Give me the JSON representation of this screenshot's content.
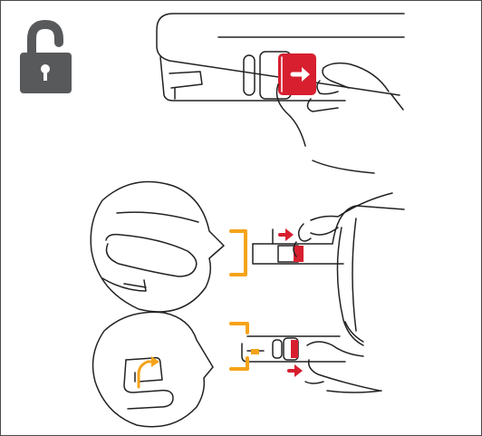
{
  "page": {
    "panels": [
      "unlock-step",
      "release-latch-step",
      "catch-detail-step"
    ]
  },
  "icons": {
    "unlock": "unlock-padlock-icon",
    "push": "right-arrow-icon",
    "press": "press-arrow-icon",
    "lift": "curved-up-arrow-icon",
    "detail": "magnifier-callout",
    "focus": "focus-bracket"
  },
  "colors": {
    "line": "#222222",
    "lock_icon": "#58595b",
    "latch_red": "#d71f2f",
    "accent_orange": "#f5a31a",
    "frame_border": "#4a4a4a",
    "background": "#ffffff"
  }
}
